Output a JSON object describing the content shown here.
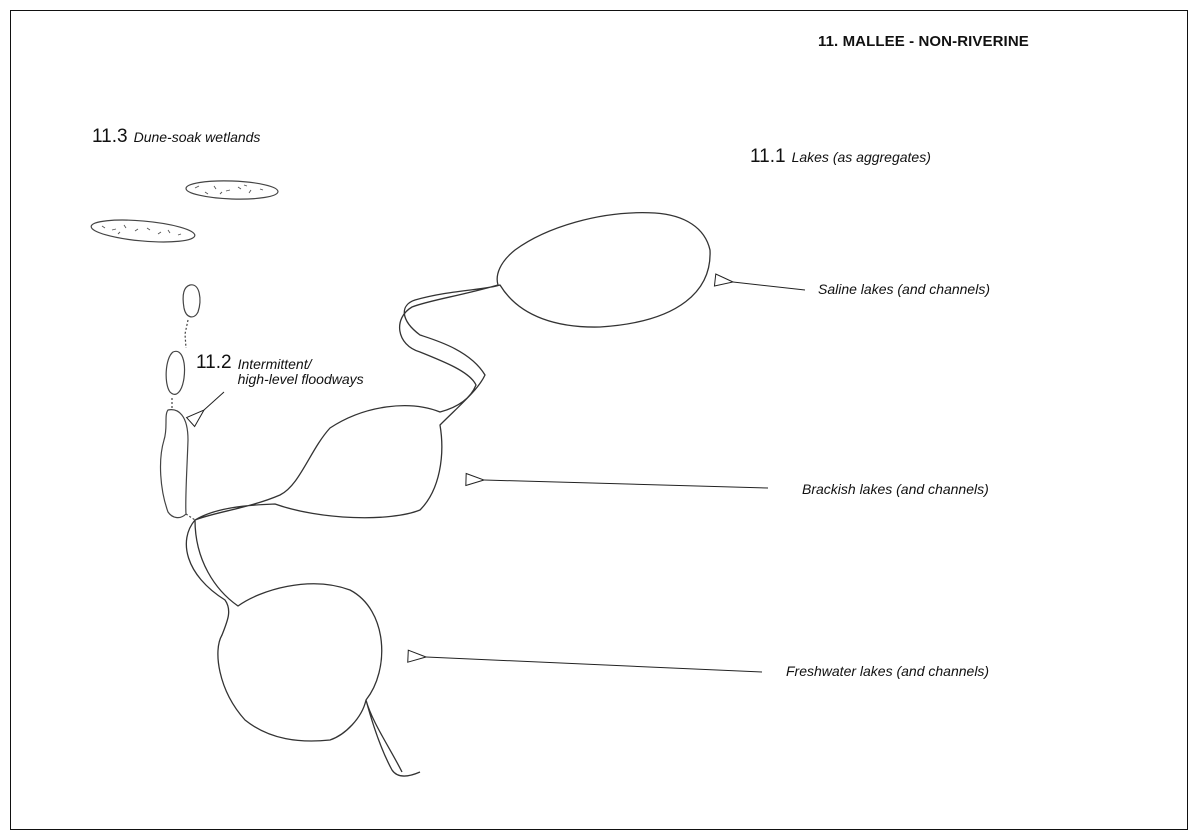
{
  "title": "11. MALLEE - NON-RIVERINE",
  "categories": [
    {
      "id": "dune",
      "number": "11.3",
      "name": "Dune-soak wetlands"
    },
    {
      "id": "lakes",
      "number": "11.1",
      "name": "Lakes (as aggregates)"
    },
    {
      "id": "floodways",
      "number": "11.2",
      "name_line1": "Intermittent/",
      "name_line2": "high-level floodways"
    }
  ],
  "annotations": {
    "saline": "Saline lakes (and channels)",
    "brackish": "Brackish lakes (and channels)",
    "freshwater": "Freshwater lakes (and channels)"
  }
}
